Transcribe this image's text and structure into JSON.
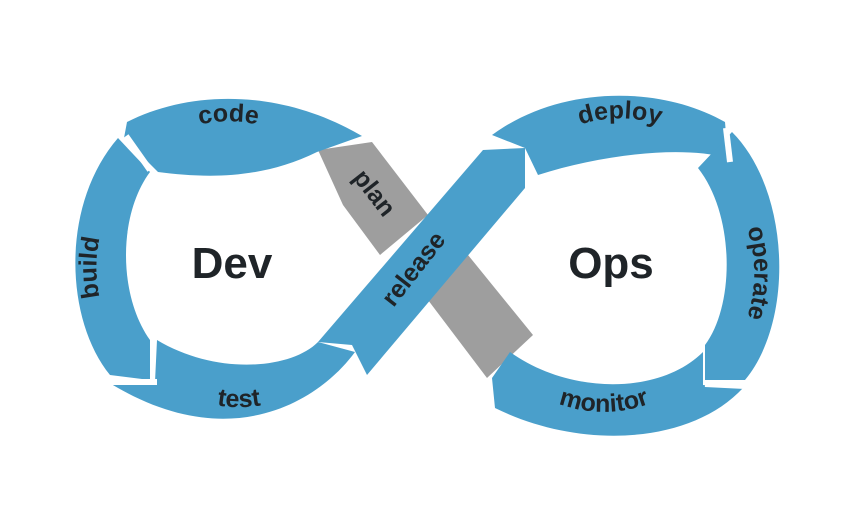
{
  "diagram": {
    "left_loop": {
      "title": "Dev",
      "stages": {
        "top": "code",
        "left": "build",
        "bottom": "test"
      }
    },
    "right_loop": {
      "title": "Ops",
      "stages": {
        "top": "deploy",
        "right": "operate",
        "bottom": "monitor"
      }
    },
    "crossing": {
      "front": "release",
      "back": "plan"
    }
  },
  "colors": {
    "blue": "#4a9fcb",
    "gray": "#9e9e9e",
    "text": "#1f2428",
    "background": "#ffffff"
  }
}
